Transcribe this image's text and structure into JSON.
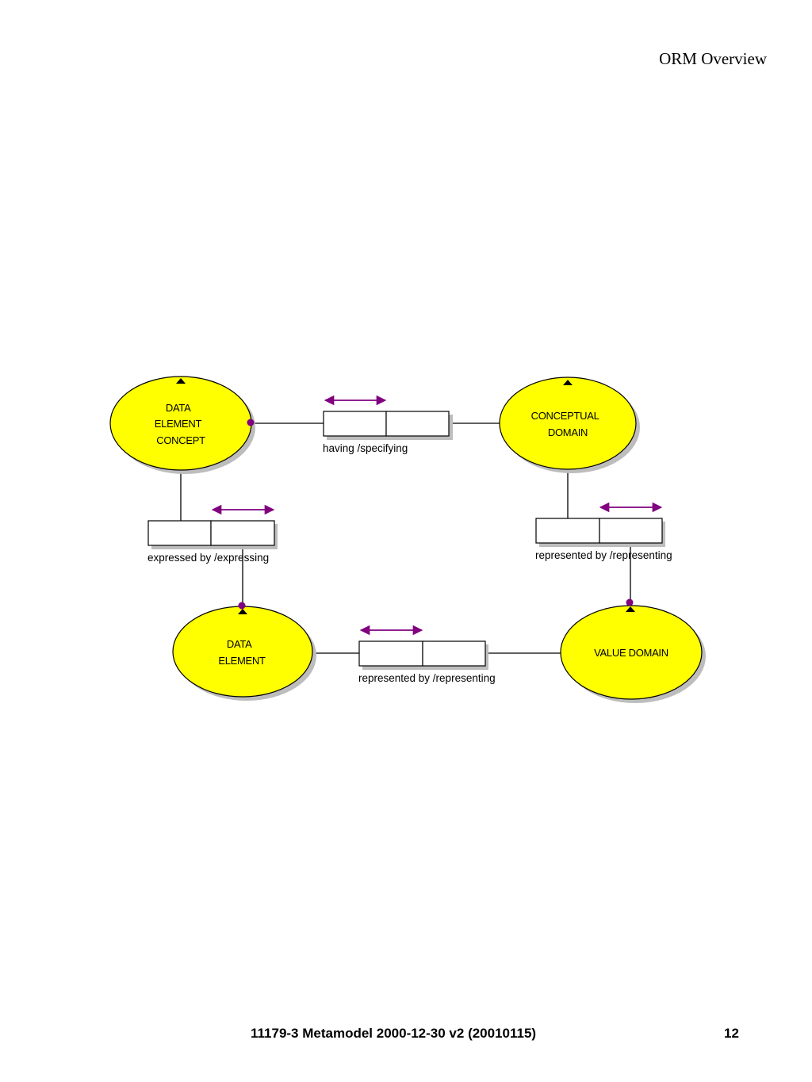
{
  "header": {
    "title": "ORM Overview"
  },
  "footer": {
    "document": "11179-3 Metamodel 2000-12-30 v2 (20010115)",
    "page_number": "12"
  },
  "colors": {
    "entity_fill": "#ffff00",
    "shadow": "#bdbdbd",
    "constraint": "#800080",
    "line": "#000000"
  },
  "diagram": {
    "entities": {
      "data_element_concept": {
        "lines": [
          "DATA",
          "ELEMENT",
          "CONCEPT"
        ]
      },
      "conceptual_domain": {
        "lines": [
          "CONCEPTUAL",
          "DOMAIN"
        ]
      },
      "data_element": {
        "lines": [
          "DATA",
          "ELEMENT"
        ]
      },
      "value_domain": {
        "lines": [
          "VALUE DOMAIN"
        ]
      }
    },
    "facts": {
      "having": {
        "label": "having /specifying"
      },
      "expressed": {
        "label": "expressed by /expressing"
      },
      "represented_cd": {
        "label": "represented by /representing"
      },
      "represented_de": {
        "label": "represented by /representing"
      }
    }
  }
}
